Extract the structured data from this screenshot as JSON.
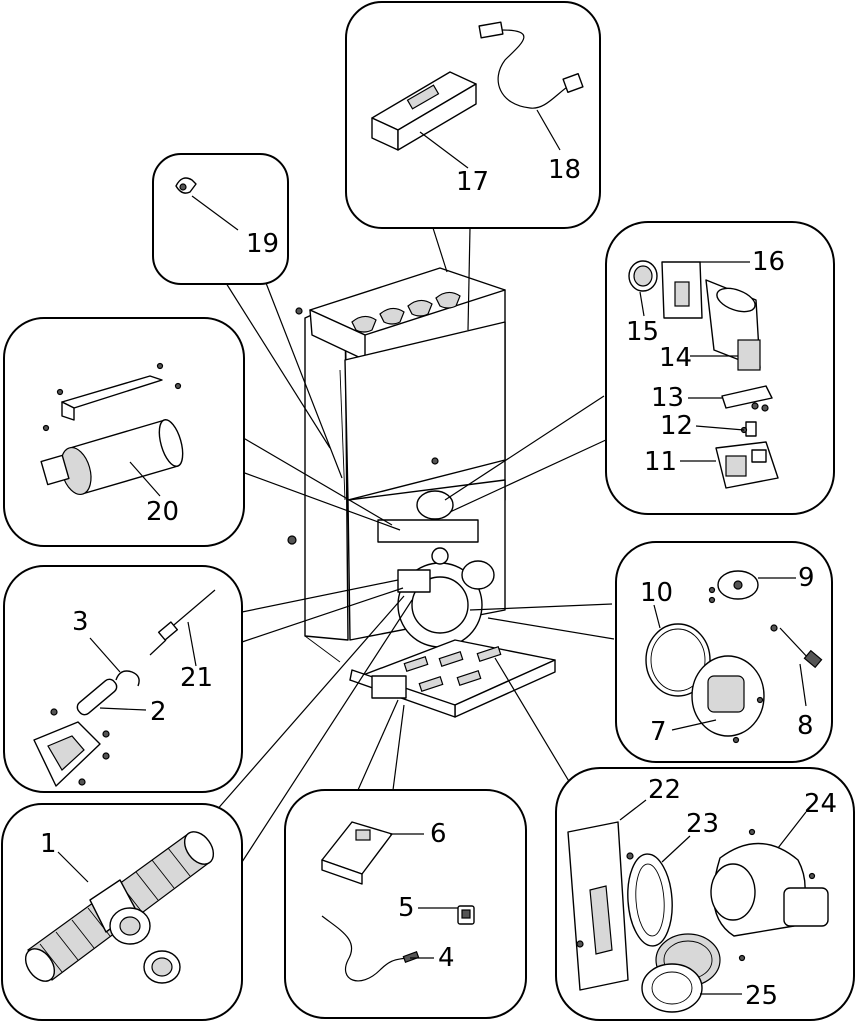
{
  "parts": [
    {
      "id": "1",
      "label": "1"
    },
    {
      "id": "2",
      "label": "2"
    },
    {
      "id": "3",
      "label": "3"
    },
    {
      "id": "4",
      "label": "4"
    },
    {
      "id": "5",
      "label": "5"
    },
    {
      "id": "6",
      "label": "6"
    },
    {
      "id": "7",
      "label": "7"
    },
    {
      "id": "8",
      "label": "8"
    },
    {
      "id": "9",
      "label": "9"
    },
    {
      "id": "10",
      "label": "10"
    },
    {
      "id": "11",
      "label": "11"
    },
    {
      "id": "12",
      "label": "12"
    },
    {
      "id": "13",
      "label": "13"
    },
    {
      "id": "14",
      "label": "14"
    },
    {
      "id": "15",
      "label": "15"
    },
    {
      "id": "16",
      "label": "16"
    },
    {
      "id": "17",
      "label": "17"
    },
    {
      "id": "18",
      "label": "18"
    },
    {
      "id": "19",
      "label": "19"
    },
    {
      "id": "20",
      "label": "20"
    },
    {
      "id": "21",
      "label": "21"
    },
    {
      "id": "22",
      "label": "22"
    },
    {
      "id": "23",
      "label": "23"
    },
    {
      "id": "24",
      "label": "24"
    },
    {
      "id": "25",
      "label": "25"
    }
  ]
}
